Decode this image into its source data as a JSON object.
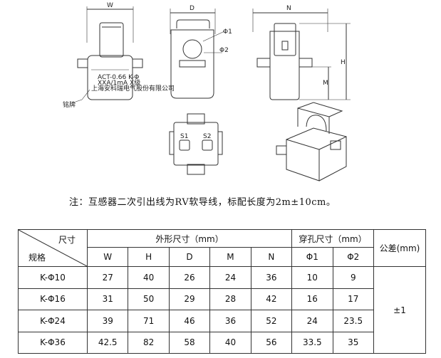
{
  "drawing": {
    "dimension_labels": {
      "w": "W",
      "d": "D",
      "n": "N",
      "h": "H",
      "m": "M",
      "phi1": "Φ1",
      "phi2": "Φ2",
      "s1": "S1",
      "s2": "S2",
      "nameplate": "铭牌"
    },
    "plate_lines": [
      "ACT-0.66 K-Φ",
      "XXA/1mA X级",
      "上海安科瑞电气股份有限公司"
    ]
  },
  "note": "注：互感器二次引出线为RV软导线，标配长度为2m±10cm。",
  "table": {
    "corner_top": "尺寸",
    "corner_bottom": "规格",
    "group_outer": "外形尺寸（mm）",
    "group_hole": "穿孔尺寸（mm）",
    "tolerance_header": "公差(mm)",
    "columns": [
      "W",
      "H",
      "D",
      "M",
      "N",
      "Φ1",
      "Φ2"
    ],
    "rows": [
      {
        "model": "K-Φ10",
        "values": [
          "27",
          "40",
          "26",
          "24",
          "36",
          "10",
          "9"
        ]
      },
      {
        "model": "K-Φ16",
        "values": [
          "31",
          "50",
          "29",
          "28",
          "42",
          "16",
          "17"
        ]
      },
      {
        "model": "K-Φ24",
        "values": [
          "39",
          "71",
          "46",
          "36",
          "52",
          "24",
          "23.5"
        ]
      },
      {
        "model": "K-Φ36",
        "values": [
          "42.5",
          "82",
          "58",
          "40",
          "56",
          "33.5",
          "35"
        ]
      }
    ],
    "tolerance": "±1"
  }
}
